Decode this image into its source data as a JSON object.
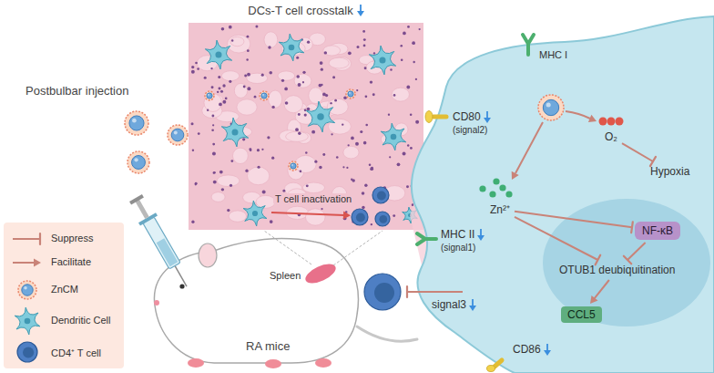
{
  "diagram": {
    "nodes": [
      {
        "text": [
          "DCs-T cell crosstalk"
        ]
      },
      {
        "text": [
          "Zn²⁺"
        ]
      },
      {
        "text": [
          "O₂"
        ]
      },
      {
        "text": [
          "Hypoxia"
        ]
      },
      {
        "text": [
          "NF-κB"
        ]
      },
      {
        "text": [
          "OTUB1 deubiquitination"
        ]
      },
      {
        "text": [
          "CCL5"
        ]
      }
    ],
    "edges": [
      {
        "from": 2,
        "to": 3,
        "arrow": "to"
      },
      {
        "from": 1,
        "to": 4,
        "arrow": "to"
      },
      {
        "from": 1,
        "to": 5,
        "arrow": "to"
      },
      {
        "from": 4,
        "to": 5,
        "arrow": "to"
      },
      {
        "from": 5,
        "to": 6,
        "arrow": "to"
      }
    ],
    "labels": [
      "Postbulbar injection",
      "T cell inactivation",
      "Spleen",
      "RA mice",
      "MHC I",
      "CD80",
      "(signal2)",
      "MHC II",
      "(signal1)",
      "signal3",
      "CD86"
    ],
    "legend": [
      {
        "text": "Suppress"
      },
      {
        "text": "Facilitate"
      },
      {
        "text": "ZnCM"
      },
      {
        "text": "Dendritic Cell"
      },
      {
        "text": "CD4⁺ T cell"
      }
    ]
  }
}
